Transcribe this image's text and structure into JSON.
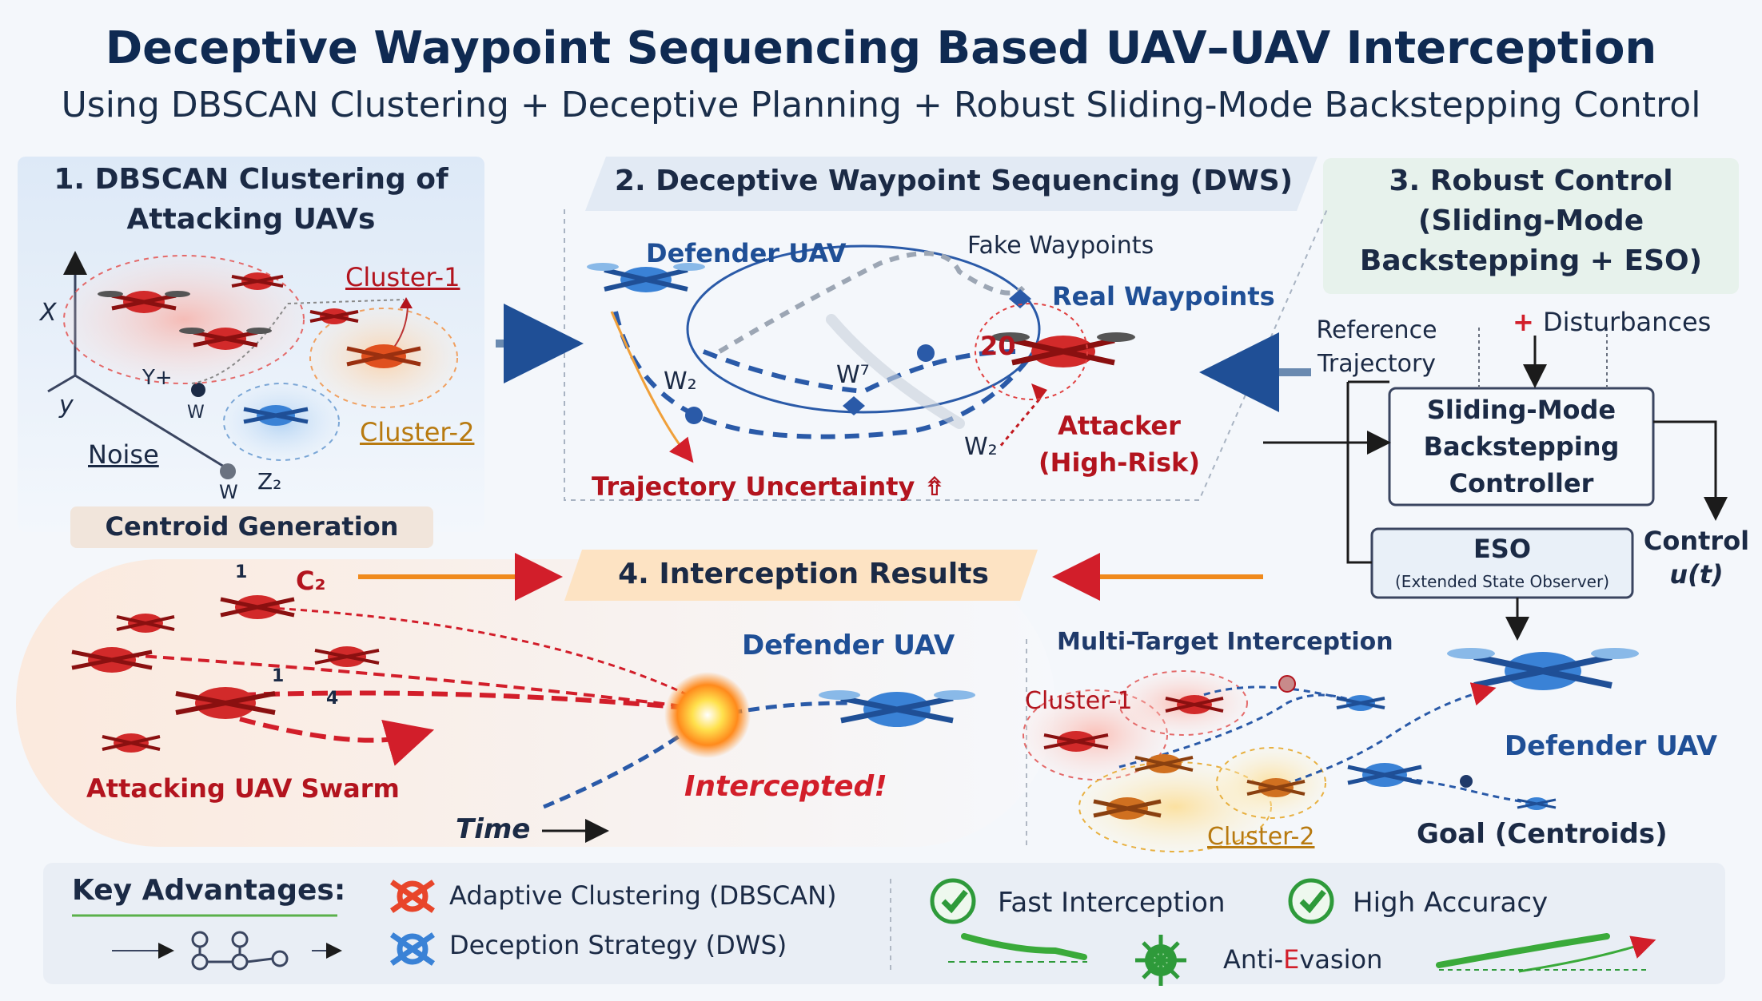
{
  "header": {
    "title": "Deceptive Waypoint Sequencing Based UAV–UAV Interception",
    "subtitle": "Using DBSCAN Clustering + Deceptive Planning + Robust Sliding-Mode Backstepping Control"
  },
  "panel1": {
    "title_line1": "1. DBSCAN Clustering of",
    "title_line2": "Attacking UAVs",
    "axis_x": "X",
    "axis_y": "y",
    "axis_z": "Z₂",
    "cluster1": "Cluster-1",
    "cluster2": "Cluster-2",
    "noise": "Noise",
    "marker_y": "Y+",
    "marker_w1": "W",
    "marker_w2": "W",
    "centroid_generation": "Centroid Generation"
  },
  "panel2": {
    "title": "2. Deceptive Waypoint Sequencing (DWS)",
    "defender": "Defender UAV",
    "fake_waypoints": "Fake Waypoints",
    "real_waypoints": "Real Waypoints",
    "w_left": "W₂",
    "w_mid": "W⁷",
    "w_right": "W₂",
    "num": "20",
    "attacker_line1": "Attacker",
    "attacker_line2": "(High-Risk)",
    "uncertainty": "Trajectory Uncertainty ⇮"
  },
  "panel3": {
    "title_line1": "3. Robust Control",
    "title_line2": "(Sliding-Mode",
    "title_line3": "Backstepping + ESO)",
    "disturbances": "Disturbances",
    "plus": "+",
    "reference_line1": "Reference",
    "reference_line2": "Trajectory",
    "controller_line1": "Sliding-Mode",
    "controller_line2": "Backstepping",
    "controller_line3": "Controller",
    "eso": "ESO",
    "eso_sub": "(Extended State Observer)",
    "control_line1": "Control",
    "control_line2": "u(t)",
    "defender": "Defender UAV"
  },
  "panel4": {
    "title": "4. Interception Results",
    "c2": "C₂",
    "swarm": "Attacking UAV Swarm",
    "defender": "Defender UAV",
    "intercepted": "Intercepted!",
    "time": "Time",
    "n1": "1",
    "n2": "1",
    "n3": "4",
    "multi_target": "Multi-Target Interception",
    "cluster1": "Cluster-1",
    "cluster2": "Cluster-2",
    "goal": "Goal (Centroids)"
  },
  "advantages": {
    "heading": "Key Advantages:",
    "item1": "Adaptive Clustering (DBSCAN)",
    "item2": "Deception Strategy (DWS)",
    "item3": "Fast Interception",
    "item4": "High Accuracy",
    "item5_a": "Anti-",
    "item5_b": "E",
    "item5_c": "vasion"
  },
  "colors": {
    "navy": "#1f4f96",
    "red": "#b3141e",
    "green": "#2e9a3a",
    "orange": "#f08a1c"
  }
}
